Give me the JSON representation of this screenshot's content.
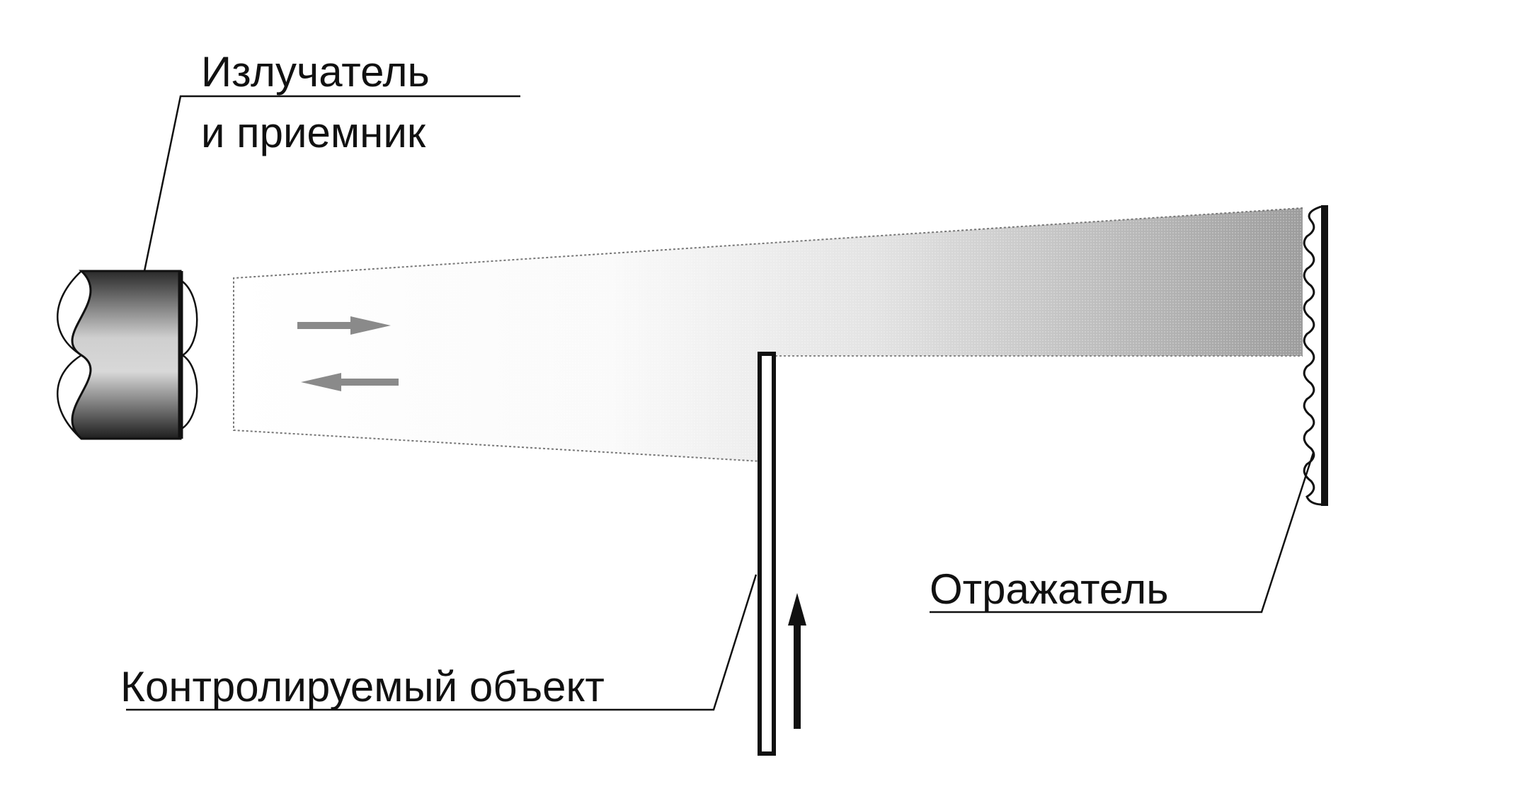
{
  "labels": {
    "emitter_line1": "Излучатель",
    "emitter_line2": "и приемник",
    "reflector": "Отражатель",
    "controlled_object": "Контролируемый объект"
  },
  "colors": {
    "ink": "#111111",
    "beam_light": "#f2f2f2",
    "beam_dark": "#9a9a9a",
    "arrow": "#8a8a8a"
  }
}
